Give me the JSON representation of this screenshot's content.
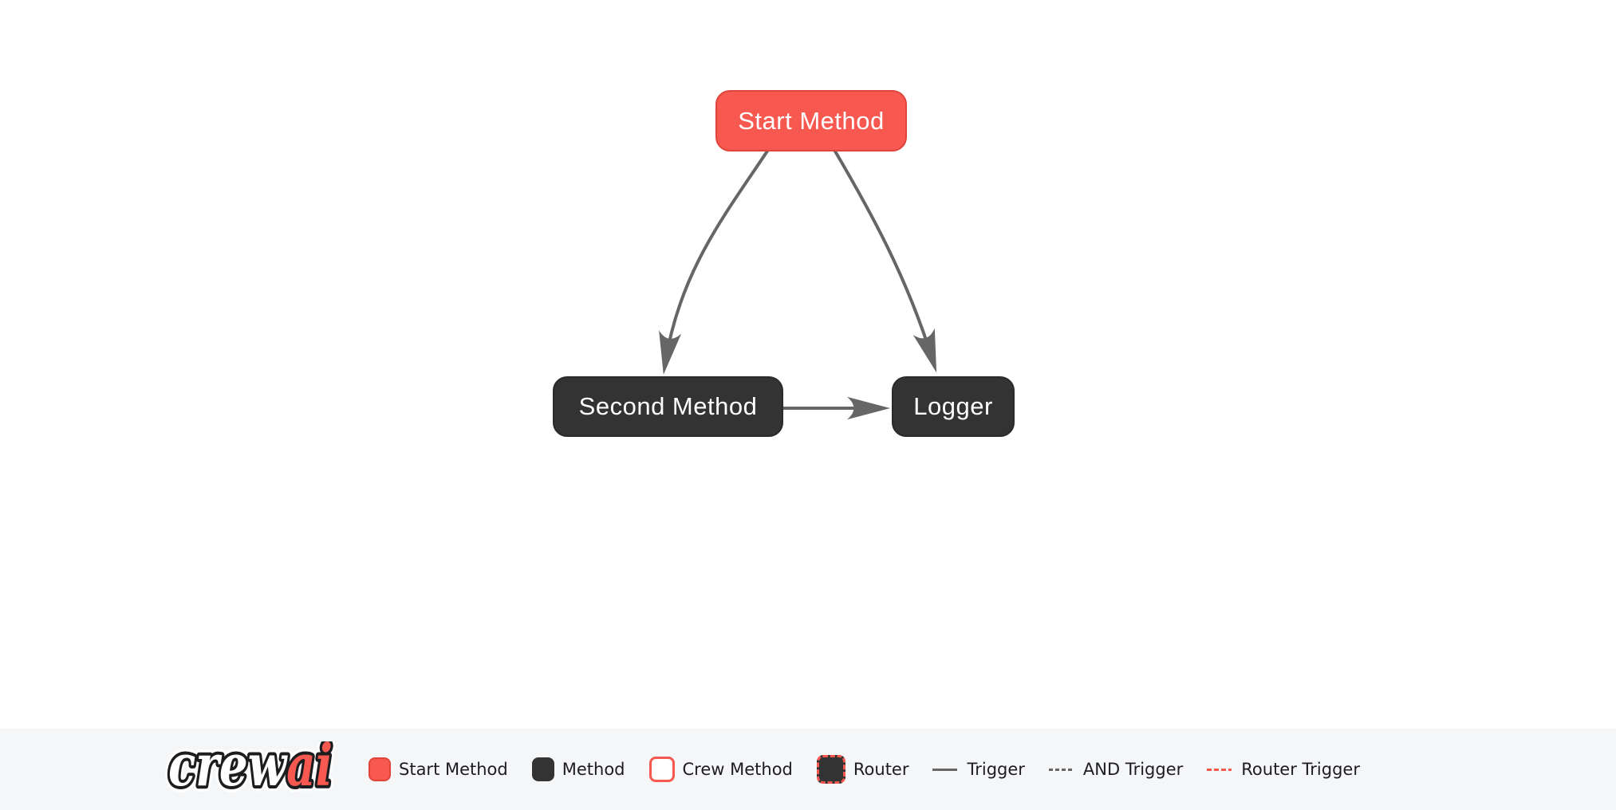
{
  "colors": {
    "red": "#f75950",
    "red-border": "#e0453c",
    "dark": "#333333",
    "dark-border": "#2a2a2a",
    "edge": "#666666",
    "footer-bg": "#f5f6f8",
    "ink": "#1d1d1f"
  },
  "canvas": {
    "nodes": [
      {
        "label": "Start Method",
        "type": "start"
      },
      {
        "label": "Second Method",
        "type": "method"
      },
      {
        "label": "Logger",
        "type": "method"
      }
    ],
    "edges": [
      {
        "from": "Start Method",
        "to": "Second Method",
        "type": "trigger"
      },
      {
        "from": "Start Method",
        "to": "Logger",
        "type": "trigger"
      },
      {
        "from": "Second Method",
        "to": "Logger",
        "type": "trigger"
      }
    ]
  },
  "footer": {
    "logo": {
      "part1": "crew",
      "part2": "ai"
    },
    "legend": [
      {
        "label": "Start Method",
        "swatch": "start-method"
      },
      {
        "label": "Method",
        "swatch": "method"
      },
      {
        "label": "Crew Method",
        "swatch": "crew-method"
      },
      {
        "label": "Router",
        "swatch": "router"
      },
      {
        "label": "Trigger",
        "swatch": "trigger-line"
      },
      {
        "label": "AND Trigger",
        "swatch": "and-trigger-line"
      },
      {
        "label": "Router Trigger",
        "swatch": "router-trigger-line"
      }
    ]
  }
}
